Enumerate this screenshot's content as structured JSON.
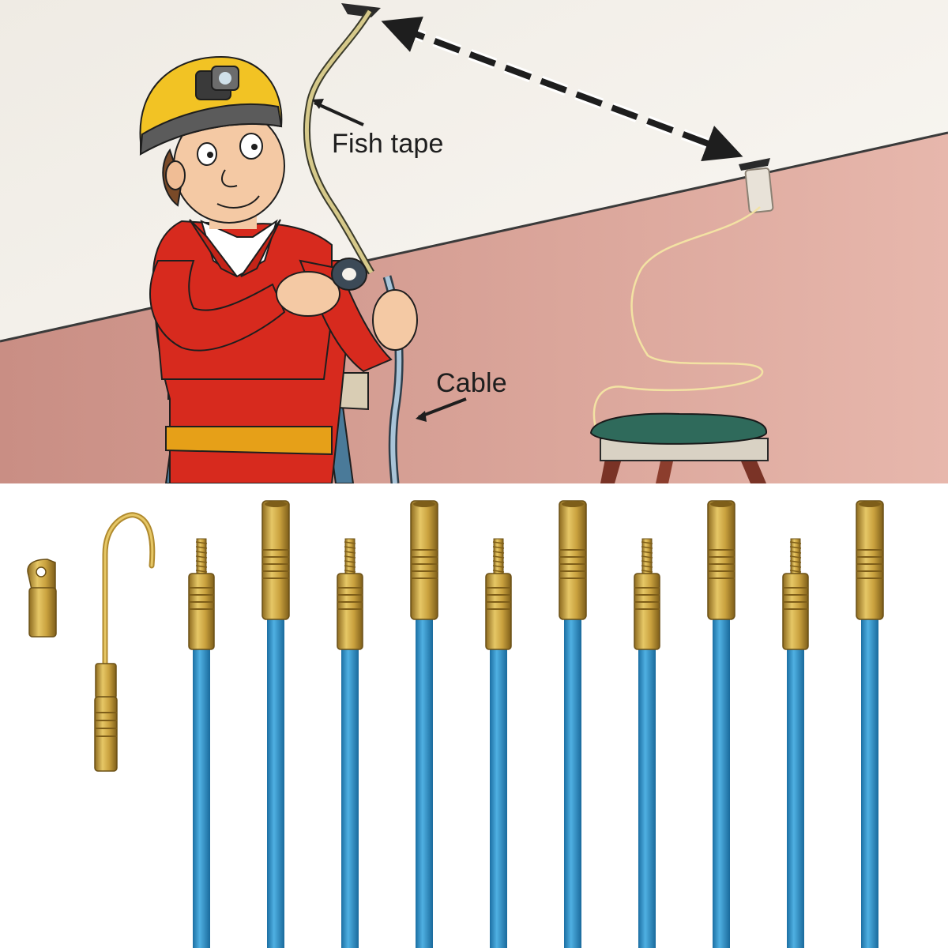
{
  "illustration": {
    "labels": {
      "fish_tape": "Fish tape",
      "cable": "Cable"
    },
    "colors": {
      "ceiling": "#f5f1ea",
      "wall": "#dba69b",
      "overalls": "#d72a1e",
      "helmet": "#f2c324",
      "ladder": "#4a7a99",
      "stool_top": "#2f6a5b",
      "stool_legs": "#7a3326"
    }
  },
  "product": {
    "rod_count": 10,
    "rod_color": "#2e94cf",
    "brass_color": "#c9a13e",
    "accessories": [
      "eyelet-end-fitting",
      "hook-end-fitting"
    ]
  }
}
